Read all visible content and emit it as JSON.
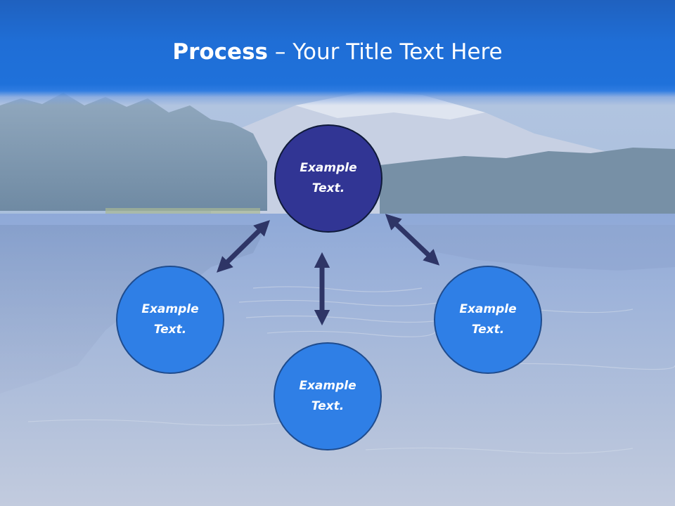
{
  "slide": {
    "title_bold": "Process",
    "title_separator": " – ",
    "title_rest": "Your Title Text Here"
  },
  "diagram": {
    "center": {
      "label": "Example Text."
    },
    "left": {
      "label": "Example Text."
    },
    "bottom": {
      "label": "Example Text."
    },
    "right": {
      "label": "Example Text."
    }
  },
  "colors": {
    "title_bar": "#1f6ed6",
    "center_node": "#313594",
    "leaf_node": "#2f7fe6",
    "arrow": "#2e3566"
  }
}
